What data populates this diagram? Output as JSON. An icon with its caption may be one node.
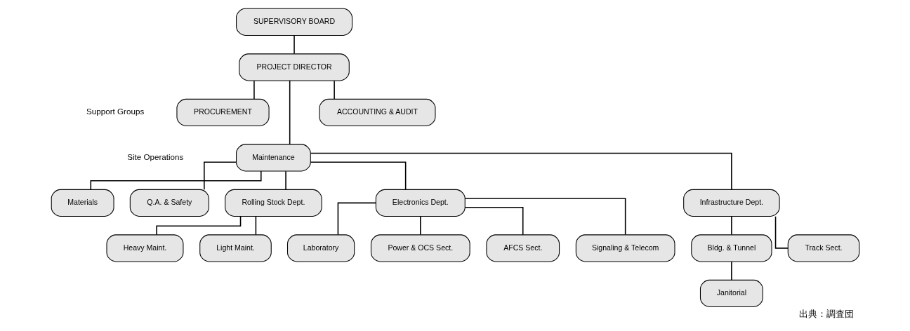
{
  "diagram": {
    "caption": "出典：調査団",
    "nodes": [
      {
        "text": [
          "SUPERVISORY BOARD"
        ]
      },
      {
        "text": [
          "PROJECT DIRECTOR"
        ]
      },
      {
        "text": [
          "PROCUREMENT"
        ]
      },
      {
        "text": [
          "ACCOUNTING & AUDIT"
        ]
      },
      {
        "text": [
          "Maintenance"
        ]
      },
      {
        "text": [
          "Materials"
        ]
      },
      {
        "text": [
          "Q.A. & Safety"
        ]
      },
      {
        "text": [
          "Rolling Stock Dept."
        ]
      },
      {
        "text": [
          "Electronics Dept."
        ]
      },
      {
        "text": [
          "Infrastructure Dept."
        ]
      },
      {
        "text": [
          "Heavy Maint."
        ]
      },
      {
        "text": [
          "Light Maint."
        ]
      },
      {
        "text": [
          "Laboratory"
        ]
      },
      {
        "text": [
          "Power & OCS Sect."
        ]
      },
      {
        "text": [
          "AFCS Sect."
        ]
      },
      {
        "text": [
          "Signaling & Telecom"
        ]
      },
      {
        "text": [
          "Bldg. & Tunnel"
        ]
      },
      {
        "text": [
          "Track Sect."
        ]
      },
      {
        "text": [
          "Janitorial"
        ]
      }
    ],
    "edges": [
      {
        "from": 0,
        "to": 1,
        "arrow": "none"
      },
      {
        "from": 1,
        "to": 2,
        "arrow": "none"
      },
      {
        "from": 1,
        "to": 3,
        "arrow": "none"
      },
      {
        "from": 1,
        "to": 4,
        "arrow": "none"
      },
      {
        "from": 4,
        "to": 5,
        "arrow": "none"
      },
      {
        "from": 4,
        "to": 6,
        "arrow": "none"
      },
      {
        "from": 4,
        "to": 7,
        "arrow": "none"
      },
      {
        "from": 4,
        "to": 8,
        "arrow": "none"
      },
      {
        "from": 4,
        "to": 9,
        "arrow": "none"
      },
      {
        "from": 7,
        "to": 10,
        "arrow": "none"
      },
      {
        "from": 7,
        "to": 11,
        "arrow": "none"
      },
      {
        "from": 8,
        "to": 12,
        "arrow": "none"
      },
      {
        "from": 8,
        "to": 13,
        "arrow": "none"
      },
      {
        "from": 8,
        "to": 14,
        "arrow": "none"
      },
      {
        "from": 8,
        "to": 15,
        "arrow": "none"
      },
      {
        "from": 9,
        "to": 16,
        "arrow": "none"
      },
      {
        "from": 9,
        "to": 17,
        "arrow": "none"
      },
      {
        "from": 16,
        "to": 18,
        "arrow": "none"
      }
    ],
    "labels": [
      "Support Groups",
      "Site Operations"
    ]
  }
}
